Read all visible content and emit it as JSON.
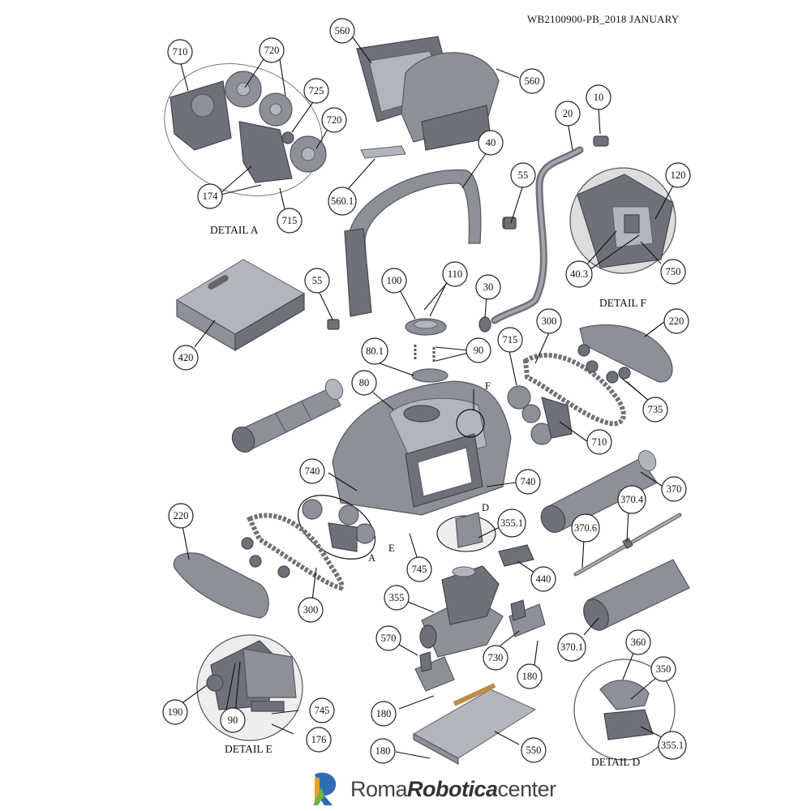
{
  "header": {
    "doc_code": "WB2100900-PB_2018 JANUARY"
  },
  "details": [
    {
      "id": "a",
      "caption": "DETAIL A"
    },
    {
      "id": "f",
      "caption": "DETAIL F"
    },
    {
      "id": "e",
      "caption": "DETAIL E"
    },
    {
      "id": "d",
      "caption": "DETAIL D"
    }
  ],
  "view_letters": [
    "F",
    "D",
    "E",
    "A"
  ],
  "callouts": [
    "710",
    "720",
    "725",
    "720",
    "174",
    "715",
    "560",
    "560",
    "560.1",
    "40",
    "20",
    "10",
    "55",
    "120",
    "40.3",
    "750",
    "420",
    "55",
    "100",
    "110",
    "30",
    "80.1",
    "90",
    "715",
    "300",
    "220",
    "735",
    "710",
    "80",
    "740",
    "740",
    "370",
    "370.4",
    "370.6",
    "220",
    "355.1",
    "440",
    "745",
    "300",
    "355",
    "730",
    "370.1",
    "570",
    "180",
    "360",
    "350",
    "180",
    "190",
    "90",
    "745",
    "176",
    "180",
    "550",
    "355.1"
  ],
  "brand": {
    "name_bold": "RomaRobotica",
    "name_light": "center"
  }
}
